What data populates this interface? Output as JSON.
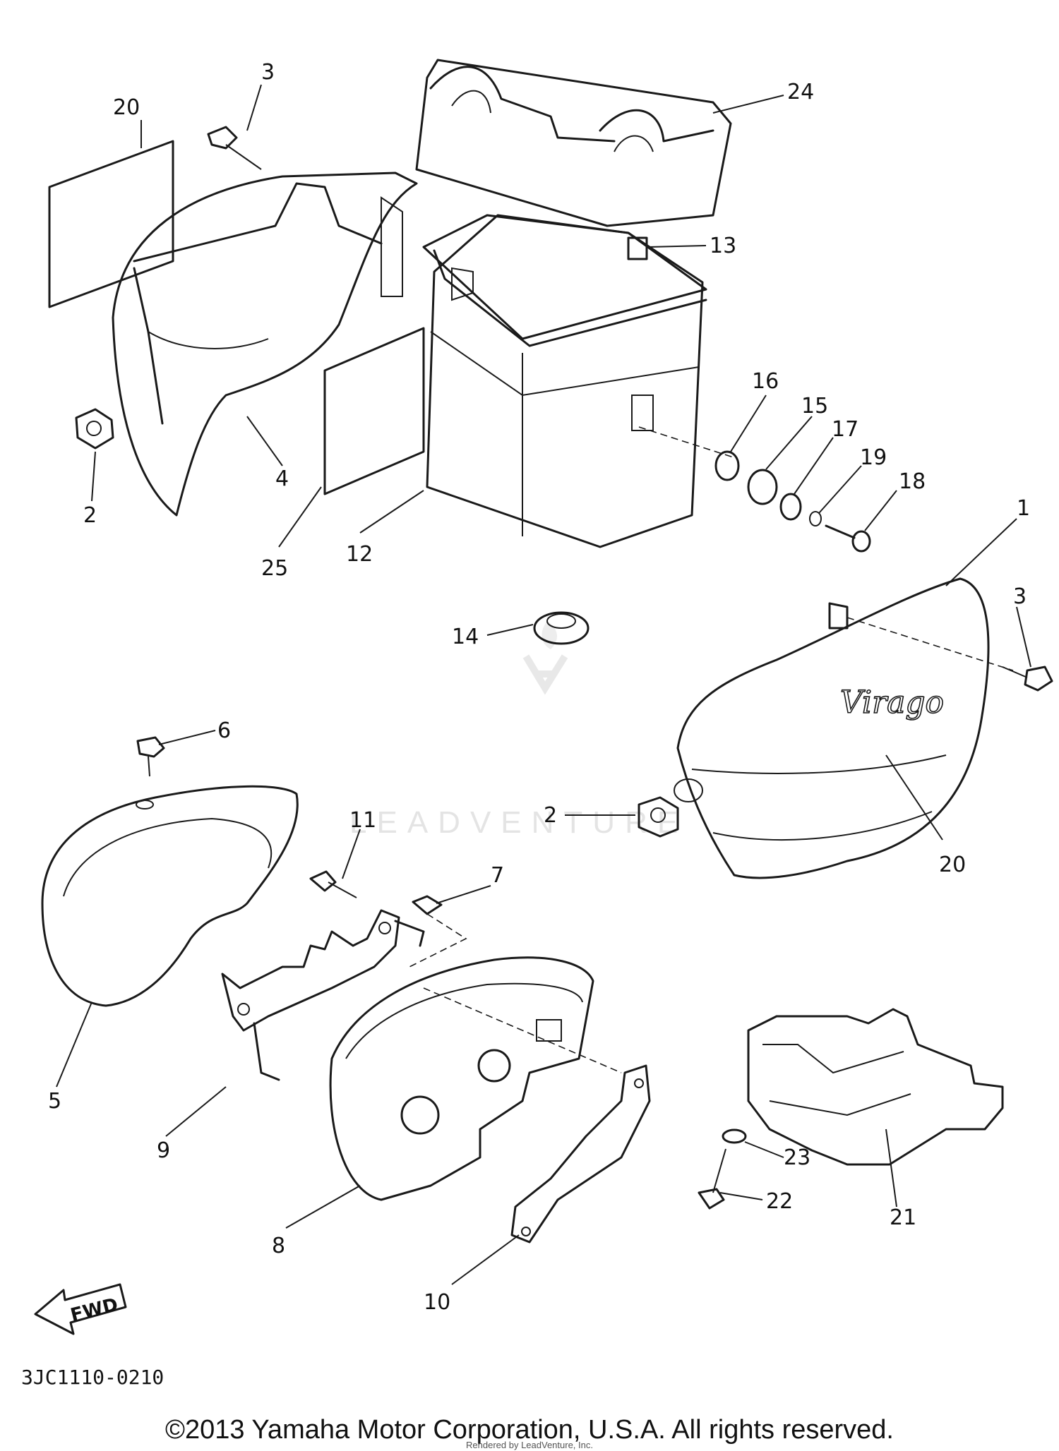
{
  "diagram": {
    "callouts": [
      {
        "id": "c20a",
        "label": "20"
      },
      {
        "id": "c3a",
        "label": "3"
      },
      {
        "id": "c24",
        "label": "24"
      },
      {
        "id": "c13",
        "label": "13"
      },
      {
        "id": "c16",
        "label": "16"
      },
      {
        "id": "c15",
        "label": "15"
      },
      {
        "id": "c17",
        "label": "17"
      },
      {
        "id": "c19",
        "label": "19"
      },
      {
        "id": "c18",
        "label": "18"
      },
      {
        "id": "c1",
        "label": "1"
      },
      {
        "id": "c3b",
        "label": "3"
      },
      {
        "id": "c2a",
        "label": "2"
      },
      {
        "id": "c4",
        "label": "4"
      },
      {
        "id": "c25",
        "label": "25"
      },
      {
        "id": "c12",
        "label": "12"
      },
      {
        "id": "c14",
        "label": "14"
      },
      {
        "id": "c6",
        "label": "6"
      },
      {
        "id": "c2b",
        "label": "2"
      },
      {
        "id": "c20b",
        "label": "20"
      },
      {
        "id": "c11",
        "label": "11"
      },
      {
        "id": "c7",
        "label": "7"
      },
      {
        "id": "c5",
        "label": "5"
      },
      {
        "id": "c9",
        "label": "9"
      },
      {
        "id": "c8",
        "label": "8"
      },
      {
        "id": "c10",
        "label": "10"
      },
      {
        "id": "c23",
        "label": "23"
      },
      {
        "id": "c22",
        "label": "22"
      },
      {
        "id": "c21",
        "label": "21"
      }
    ],
    "fwd_label": "FWD",
    "badge_script": "Virago",
    "watermark": "LEADVENTURE"
  },
  "footer": {
    "part_code": "3JC1110-0210",
    "copyright": "©2013 Yamaha Motor Corporation, U.S.A. All rights reserved.",
    "rendered_by": "Rendered by LeadVenture, Inc."
  }
}
